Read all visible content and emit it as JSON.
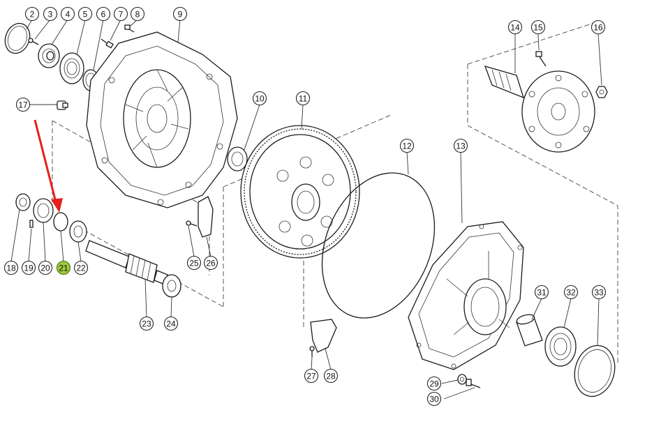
{
  "diagram": {
    "callouts": [
      {
        "id": "2",
        "label": "2"
      },
      {
        "id": "3",
        "label": "3"
      },
      {
        "id": "4",
        "label": "4"
      },
      {
        "id": "5",
        "label": "5"
      },
      {
        "id": "6",
        "label": "6"
      },
      {
        "id": "7",
        "label": "7"
      },
      {
        "id": "8",
        "label": "8"
      },
      {
        "id": "9",
        "label": "9"
      },
      {
        "id": "10",
        "label": "10"
      },
      {
        "id": "11",
        "label": "11"
      },
      {
        "id": "12",
        "label": "12"
      },
      {
        "id": "13",
        "label": "13"
      },
      {
        "id": "14",
        "label": "14"
      },
      {
        "id": "15",
        "label": "15"
      },
      {
        "id": "16",
        "label": "16"
      },
      {
        "id": "17",
        "label": "17"
      },
      {
        "id": "18",
        "label": "18"
      },
      {
        "id": "19",
        "label": "19"
      },
      {
        "id": "20",
        "label": "20"
      },
      {
        "id": "21",
        "label": "21",
        "highlighted": true
      },
      {
        "id": "22",
        "label": "22"
      },
      {
        "id": "23",
        "label": "23"
      },
      {
        "id": "24",
        "label": "24"
      },
      {
        "id": "25",
        "label": "25"
      },
      {
        "id": "26",
        "label": "26"
      },
      {
        "id": "27",
        "label": "27"
      },
      {
        "id": "28",
        "label": "28"
      },
      {
        "id": "29",
        "label": "29"
      },
      {
        "id": "30",
        "label": "30"
      },
      {
        "id": "31",
        "label": "31"
      },
      {
        "id": "32",
        "label": "32"
      },
      {
        "id": "33",
        "label": "33"
      }
    ],
    "highlight_color": "#9ec93a",
    "arrow_color": "#e4201c"
  }
}
